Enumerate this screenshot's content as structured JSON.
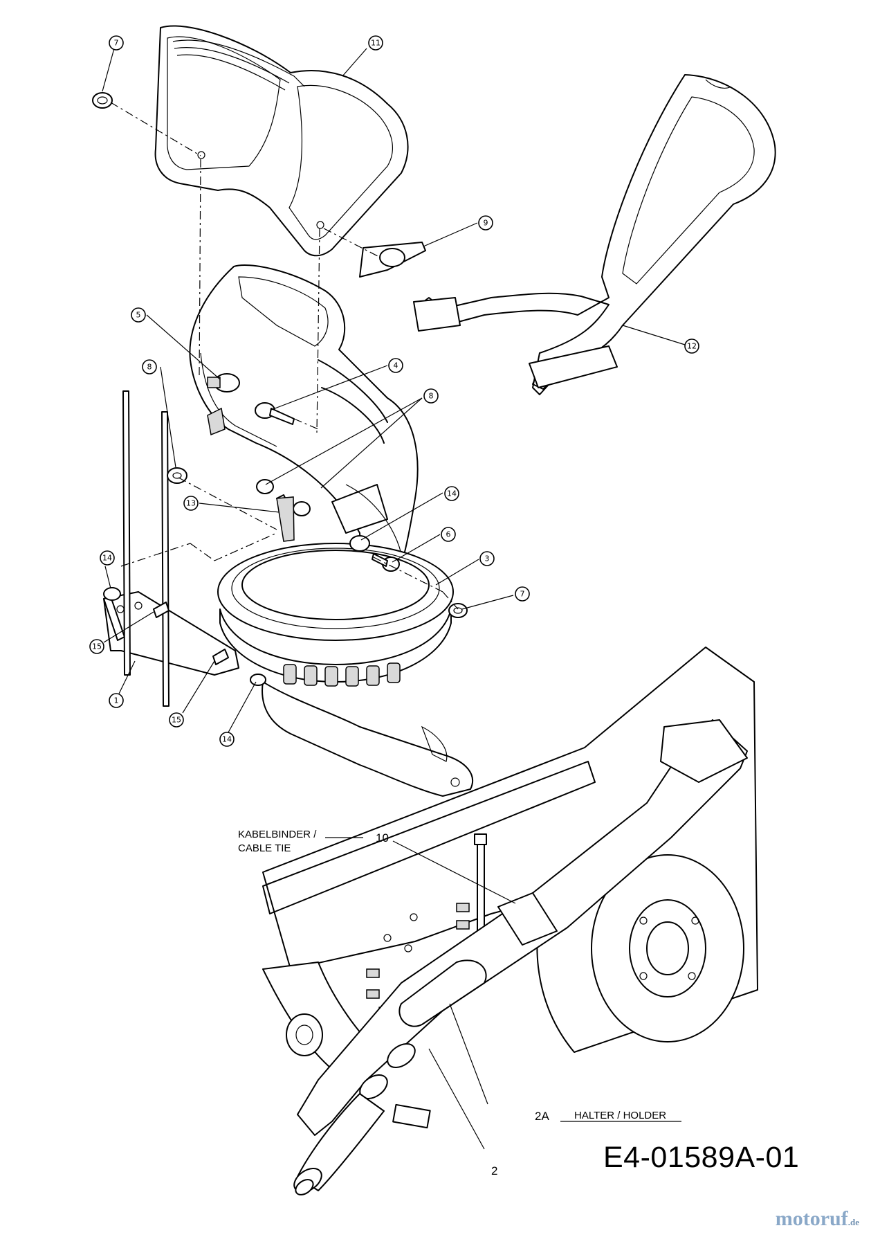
{
  "callouts": [
    {
      "id": "c7a",
      "label": "7"
    },
    {
      "id": "c11",
      "label": "11"
    },
    {
      "id": "c9",
      "label": "9"
    },
    {
      "id": "c12",
      "label": "12"
    },
    {
      "id": "c5",
      "label": "5"
    },
    {
      "id": "c8a",
      "label": "8"
    },
    {
      "id": "c4",
      "label": "4"
    },
    {
      "id": "c8b",
      "label": "8"
    },
    {
      "id": "c13",
      "label": "13"
    },
    {
      "id": "c14a",
      "label": "14"
    },
    {
      "id": "c6",
      "label": "6"
    },
    {
      "id": "c3",
      "label": "3"
    },
    {
      "id": "c14b",
      "label": "14"
    },
    {
      "id": "c7b",
      "label": "7"
    },
    {
      "id": "c15a",
      "label": "15"
    },
    {
      "id": "c1",
      "label": "1"
    },
    {
      "id": "c15b",
      "label": "15"
    },
    {
      "id": "c14c",
      "label": "14"
    }
  ],
  "labels": {
    "cable_tie_line1": "KABELBINDER /",
    "cable_tie_line2": "CABLE TIE",
    "part_10": "10",
    "part_2a": "2A",
    "holder": "HALTER / HOLDER",
    "part_2": "2"
  },
  "drawing_number": "E4-01589A-01",
  "watermark": {
    "name": "motoruf",
    "suffix": ".de"
  }
}
